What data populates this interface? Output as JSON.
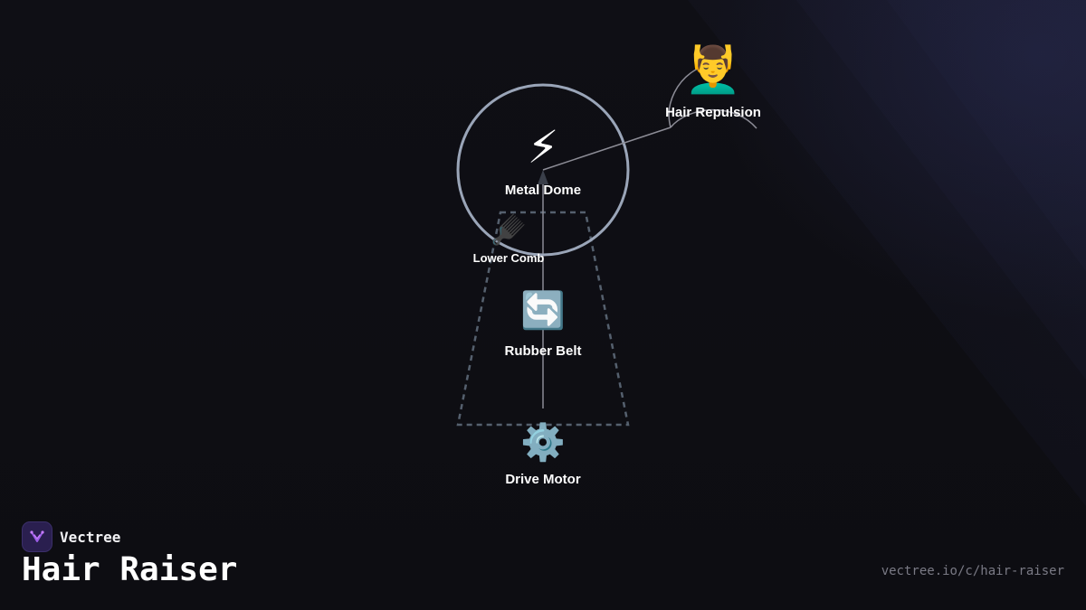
{
  "brand": {
    "name": "Vectree",
    "accent": "#9b5de5",
    "logo_icon": "vectree-branch-icon"
  },
  "title": "Hair Raiser",
  "url": "vectree.io/c/hair-raiser",
  "colors": {
    "background": "#0e0e13",
    "dome_stroke": "#9aa5b8",
    "dashed_stroke": "#55606e",
    "connector": "#8c8c96",
    "label": "#ffffff"
  },
  "nodes": {
    "metal_dome": {
      "emoji": "⚡",
      "icon": "lightning-icon",
      "label": "Metal Dome"
    },
    "hair_repulsion": {
      "emoji": "💆‍♂️",
      "icon": "person-hair-icon",
      "label": "Hair Repulsion"
    },
    "lower_comb": {
      "emoji": "🪮",
      "icon": "comb-icon",
      "label": "Lower Comb"
    },
    "rubber_belt": {
      "emoji": "🔄",
      "icon": "rotate-arrows-icon",
      "label": "Rubber Belt"
    },
    "drive_motor": {
      "emoji": "⚙️",
      "icon": "gear-icon",
      "label": "Drive Motor"
    }
  }
}
